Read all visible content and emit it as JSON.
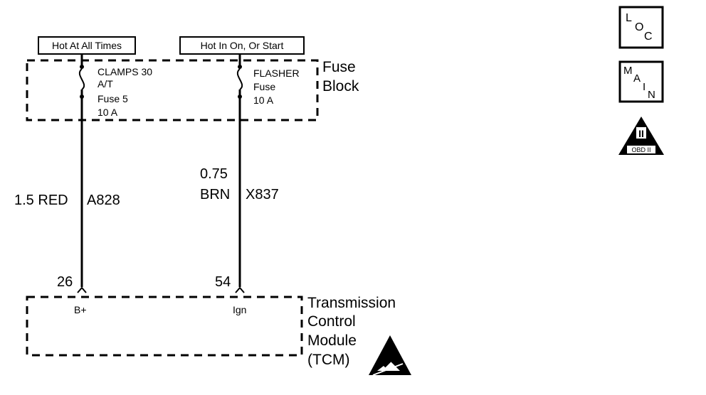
{
  "power_labels": {
    "left": "Hot At All Times",
    "right": "Hot In On, Or Start"
  },
  "fuse_block": {
    "title_line1": "Fuse",
    "title_line2": "Block",
    "fuse_left": [
      "CLAMPS 30",
      "A/T",
      "Fuse 5",
      "10 A"
    ],
    "fuse_right": [
      "FLASHER",
      "Fuse",
      "10 A"
    ]
  },
  "wires": {
    "left": {
      "size": "1.5",
      "color": "RED",
      "circuit": "A828"
    },
    "right": {
      "size": "0.75",
      "color": "BRN",
      "circuit": "X837"
    }
  },
  "tcm": {
    "title": [
      "Transmission",
      "Control",
      "Module",
      "(TCM)"
    ],
    "pin_left_number": "26",
    "pin_left_label": "B+",
    "pin_right_number": "54",
    "pin_right_label": "Ign"
  },
  "legend_icons": {
    "loc": {
      "l": "L",
      "o": "O",
      "c": "C"
    },
    "main": {
      "m": "M",
      "a": "A",
      "i": "I",
      "n": "N"
    },
    "obd": {
      "numeral": "II",
      "label": "OBD II"
    }
  }
}
